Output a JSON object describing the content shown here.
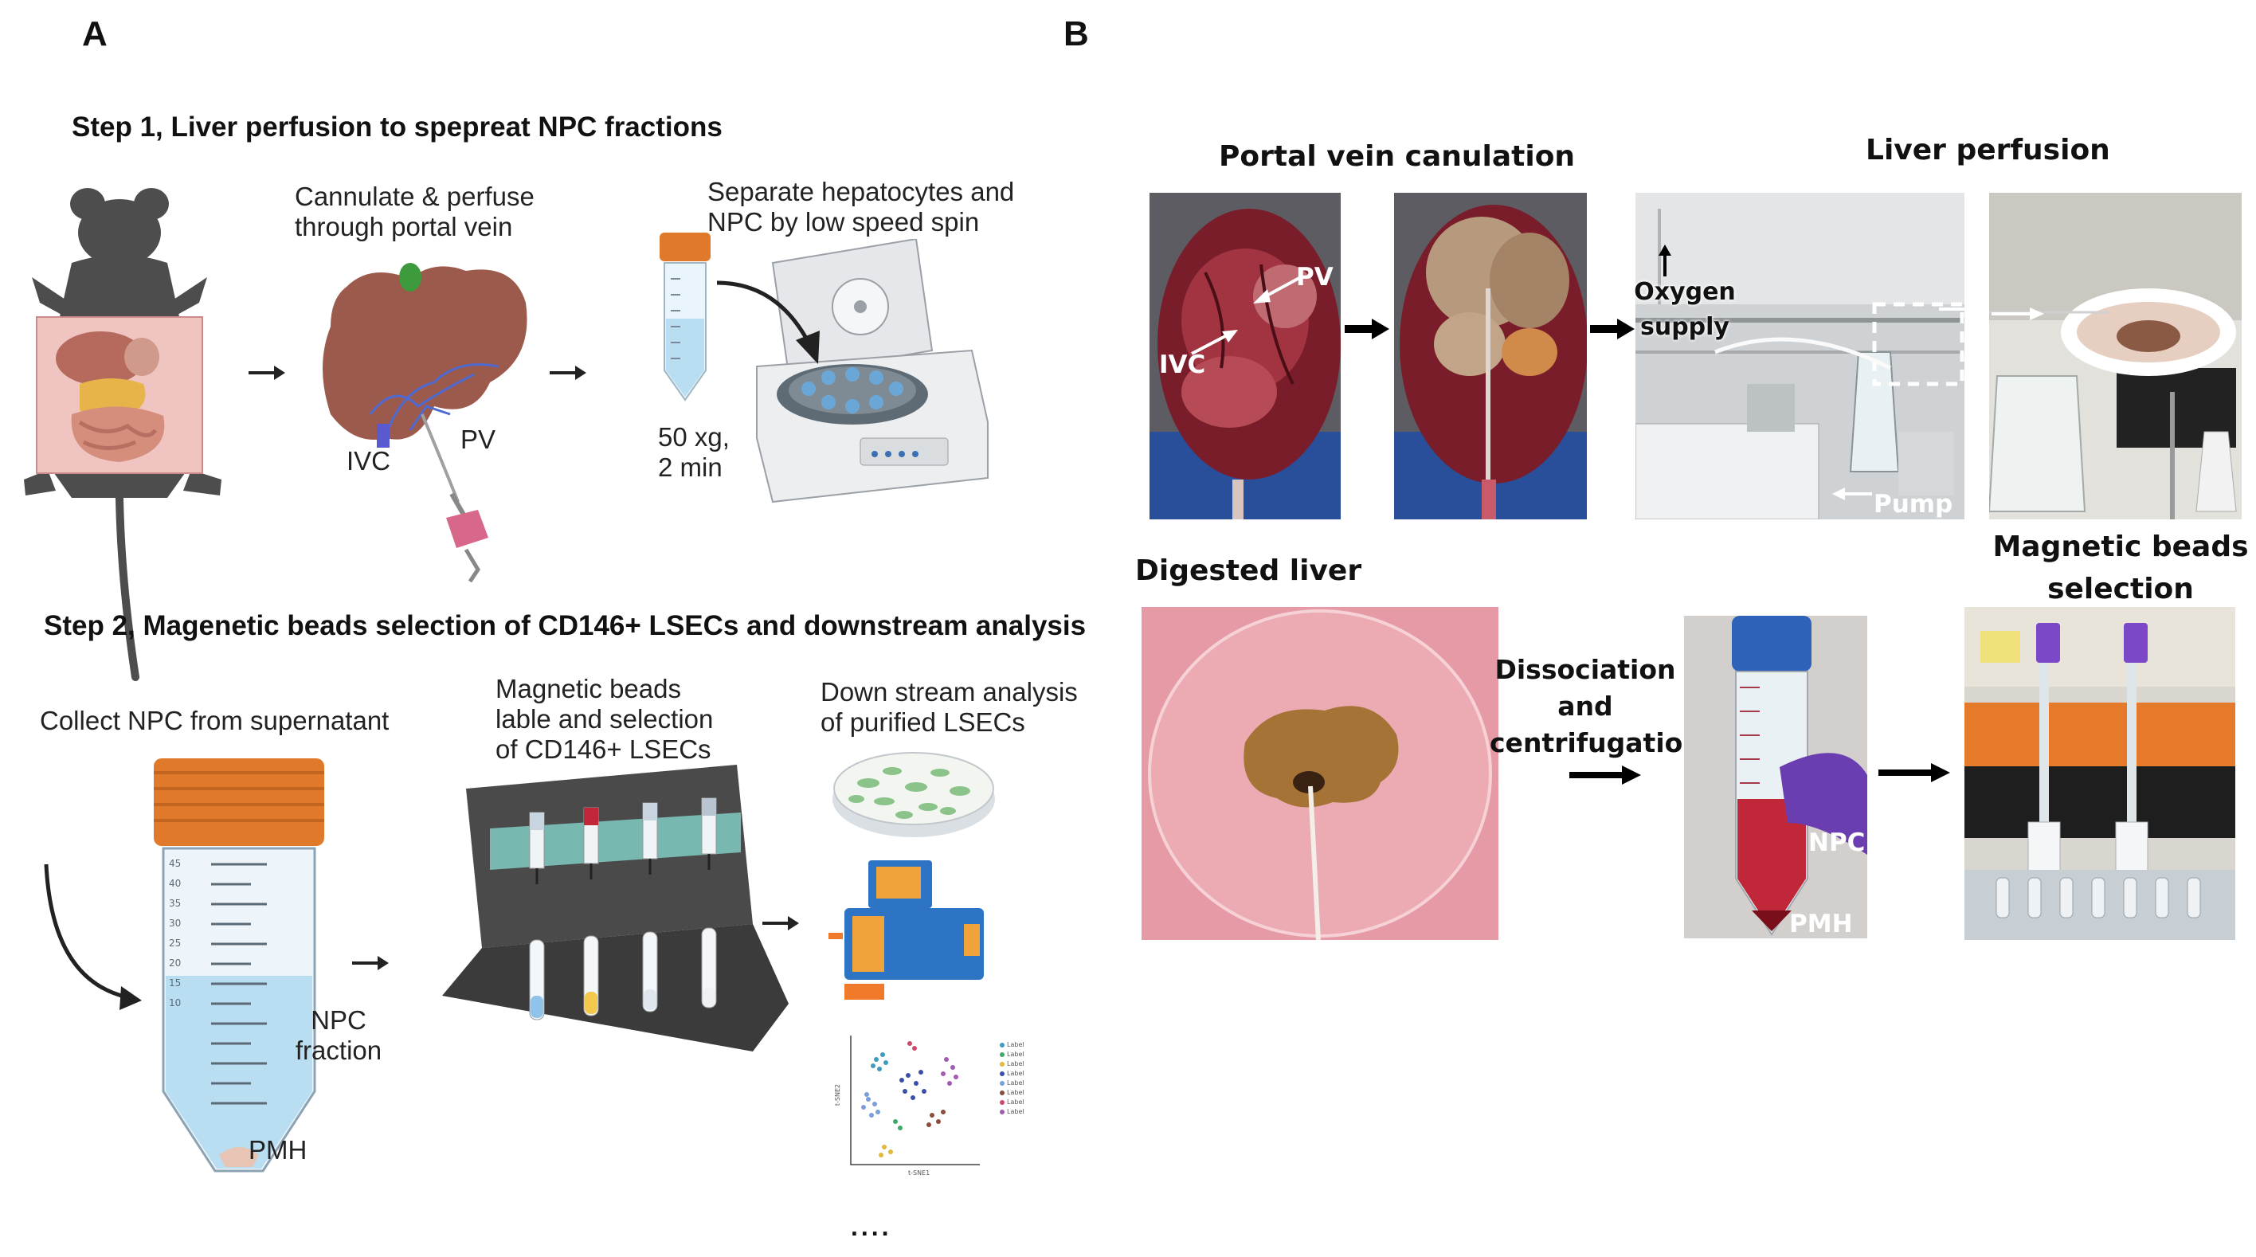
{
  "panel_a": {
    "letter": "A",
    "step1_title": "Step 1, Liver perfusion to spepreat NPC fractions",
    "step1_caption_cannulate": [
      "Cannulate & perfuse",
      "through portal vein"
    ],
    "step1_label_ivc": "IVC",
    "step1_label_pv": "PV",
    "step1_caption_separate": [
      "Separate hepatocytes and",
      "NPC by low speed spin"
    ],
    "step1_caption_spin": [
      "50 xg,",
      "2 min"
    ],
    "step2_title": "Step 2, Magenetic beads selection of CD146+ LSECs and downstream analysis",
    "step2_caption_collect": "Collect NPC from supernatant",
    "step2_label_npc": [
      "NPC",
      "fraction"
    ],
    "step2_label_pmh": "PMH",
    "step2_caption_beads": [
      "Magnetic beads",
      "lable and selection",
      "of CD146+ LSECs"
    ],
    "step2_caption_downstream": [
      "Down stream analysis",
      "of purified LSECs"
    ],
    "ellipsis": "....",
    "tube_marks": [
      "45",
      "40",
      "35",
      "30",
      "25",
      "20",
      "15",
      "10"
    ],
    "tsne_legend": [
      "Label",
      "Label",
      "Label",
      "Label",
      "Label",
      "Label",
      "Label",
      "Label"
    ],
    "tsne_xlabel": "t-SNE1",
    "tsne_ylabel": "t-SNE2"
  },
  "panel_b": {
    "letter": "B",
    "caption_canulation": "Portal vein canulation",
    "caption_perfusion": "Liver perfusion",
    "label_pv": "PV",
    "label_ivc": "IVC",
    "label_oxygen": [
      "Oxygen",
      "supply"
    ],
    "label_pump": "Pump",
    "caption_digested": "Digested liver",
    "caption_dissociation": [
      "Dissociation",
      "and",
      "centrifugation"
    ],
    "label_npc": "NPC",
    "label_pmh": "PMH",
    "caption_beads": [
      "Magnetic beads",
      "selection"
    ]
  },
  "colors": {
    "liver": "#9b5a4c",
    "gallbladder": "#3d9a3d",
    "tube_cap": "#e07a2a",
    "tube_liquid": "#b9def2",
    "magnet_rack": "#4a4a4a",
    "magnet_bar": "#78b8b0",
    "blood_red": "#c0283a",
    "pink_dish": "#e9a2aa"
  }
}
